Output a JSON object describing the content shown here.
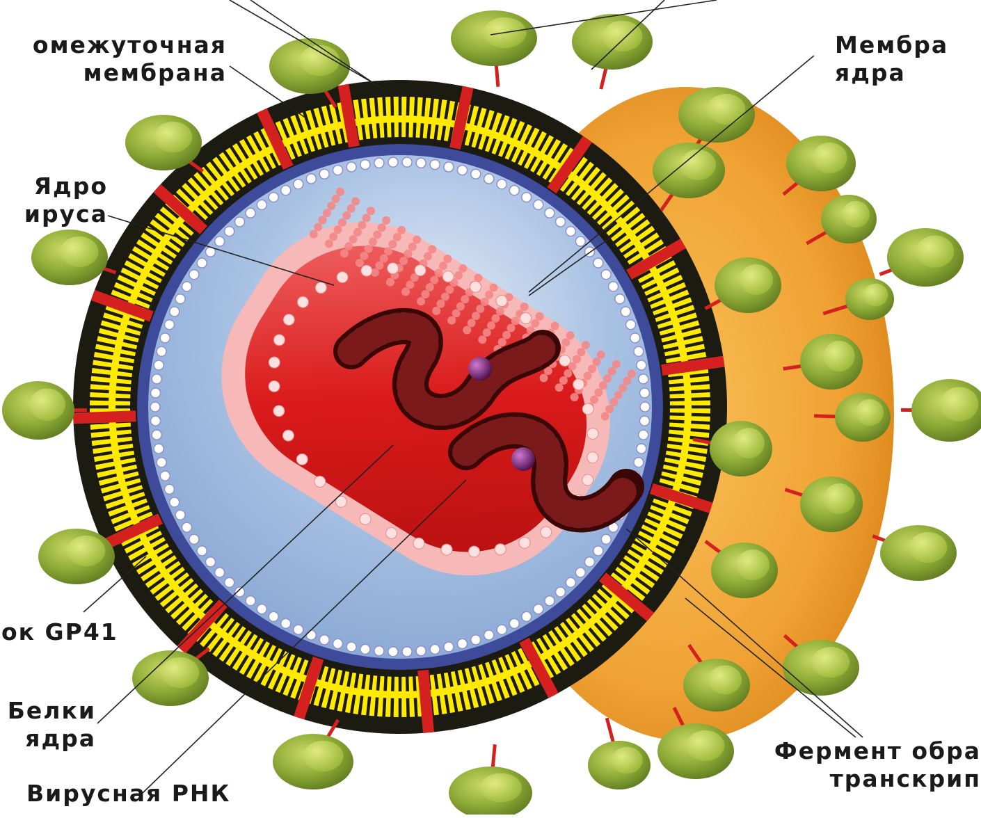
{
  "labels": {
    "intermediate_membrane": [
      "омежуточная",
      "мембрана"
    ],
    "core_membrane": [
      "Мембра",
      "ядра"
    ],
    "virus_core": [
      "Ядро",
      "ируса"
    ],
    "gp41": "ок GP41",
    "core_proteins": [
      "Белки",
      "ядра"
    ],
    "viral_rna": "Вирусная РНК",
    "reverse_transcriptase": [
      "Фермент обра",
      "транскрип"
    ]
  },
  "colors": {
    "spike": "#7e9a2e",
    "spike_light": "#c2d45a",
    "stalk": "#d52020",
    "lipid_yellow": "#ffea00",
    "lipid_dark": "#1b1b12",
    "envelope_orange": "#f5a93a",
    "interior_blue": "#9fbbe0",
    "capsid_red": "#d81818",
    "capsid_pink": "#f48787",
    "rna": "#5a0d0d",
    "enzyme": "#6a1b6a"
  }
}
